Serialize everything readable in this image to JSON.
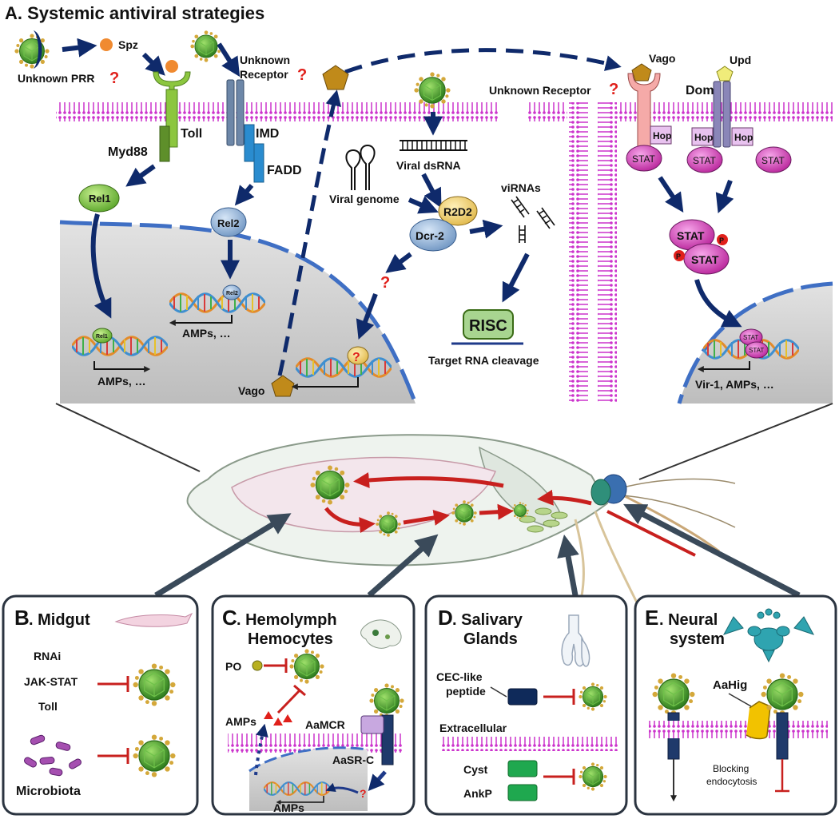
{
  "panel_a": {
    "title": "A. Systemic antiviral strategies",
    "spz": "Spz",
    "unknown_prr": "Unknown PRR",
    "unknown_receptor_1": "Unknown",
    "unknown_receptor_2": "Receptor",
    "unknown_receptor_center": "Unknown Receptor",
    "qmark": "?",
    "toll": "Toll",
    "myd88": "Myd88",
    "imd": "IMD",
    "fadd": "FADD",
    "rel1": "Rel1",
    "rel2": "Rel2",
    "amps": "AMPs, …",
    "viral_dsrna": "Viral dsRNA",
    "viral_genome": "Viral genome",
    "r2d2": "R2D2",
    "dcr2": "Dcr-2",
    "virnas": "viRNAs",
    "risc": "RISC",
    "target_rna": "Target RNA cleavage",
    "vago": "Vago",
    "upd": "Upd",
    "dome": "Dome",
    "hop": "Hop",
    "stat": "STAT",
    "p": "P",
    "vir1": "Vir-1, AMPs, …"
  },
  "panel_b": {
    "letter": "B",
    "title": ". Midgut",
    "items": [
      "RNAi",
      "JAK-STAT",
      "Toll"
    ],
    "microbiota": "Microbiota"
  },
  "panel_c": {
    "letter": "C",
    "title_1": ". Hemolymph",
    "title_2": "Hemocytes",
    "po": "PO",
    "amps": "AMPs",
    "aamcr": "AaMCR",
    "aasrc": "AaSR-C",
    "qmark": "?"
  },
  "panel_d": {
    "letter": "D",
    "title_1": ". Salivary",
    "title_2": "Glands",
    "cec_1": "CEC-like",
    "cec_2": "peptide",
    "extracellular": "Extracellular",
    "cyst": "Cyst",
    "ankp": "AnkP"
  },
  "panel_e": {
    "letter": "E",
    "title_1": ". Neural",
    "title_2": "system",
    "aahig": "AaHig",
    "blocking_1": "Blocking",
    "blocking_2": "endocytosis"
  },
  "colors": {
    "navy": "#0f2a6b",
    "red": "#c8201e",
    "membrane": "#cc33cc",
    "toll_green": "#8cc63f",
    "imd_blue": "#5b7fa6",
    "stat_magenta": "#cc33aa",
    "virus_green": "#3f9a2a",
    "nucleus_gray": "#c8c8c8"
  }
}
